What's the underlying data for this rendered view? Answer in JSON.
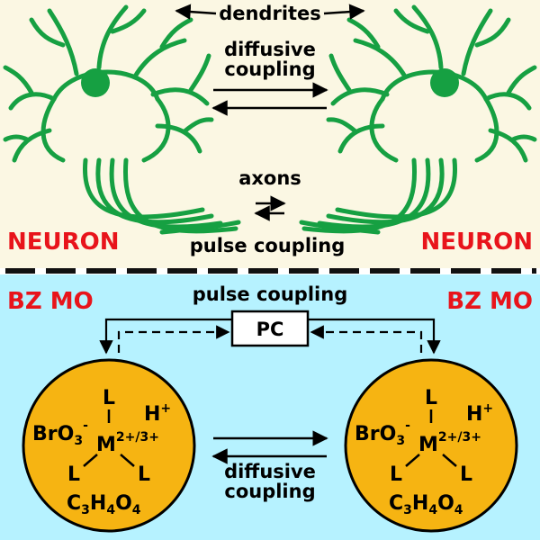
{
  "colors": {
    "neuron_bg": "#fbf7e3",
    "bz_bg": "#b6f2ff",
    "neuron_green": "#16a042",
    "title_red": "#e8141b",
    "droplet_orange": "#f6b412",
    "ink": "#000000"
  },
  "neuron_panel": {
    "dendrites_label": "dendrites",
    "diffusive_label_1": "diffusive",
    "diffusive_label_2": "coupling",
    "axons_label": "axons",
    "pulse_label": "pulse coupling",
    "left_title": "NEURON",
    "right_title": "NEURON"
  },
  "bz_panel": {
    "pulse_label": "pulse coupling",
    "left_title": "BZ MO",
    "right_title": "BZ MO",
    "pc_box": "PC",
    "diffusive_label_1": "diffusive",
    "diffusive_label_2": "coupling"
  },
  "droplet": {
    "ligand": "L",
    "bromate": "BrO",
    "bromate_sub": "3",
    "bromate_charge": "-",
    "proton": "H",
    "proton_charge": "+",
    "metal": "M",
    "metal_charge": "2+/3+",
    "acid_c": "C",
    "acid_c_n": "3",
    "acid_h": "H",
    "acid_h_n": "4",
    "acid_o": "O",
    "acid_o_n": "4"
  }
}
